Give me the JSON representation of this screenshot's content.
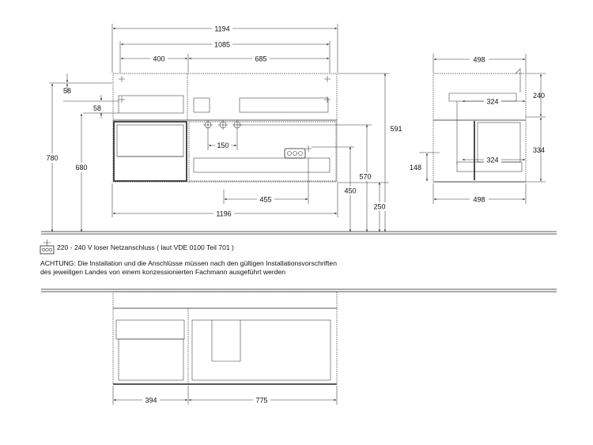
{
  "front_view": {
    "dims": {
      "overall_width": "1194",
      "inner_width": "1085",
      "left_section": "400",
      "right_section": "685",
      "top_offset_1": "58",
      "top_offset_2": "58",
      "total_height_780": "780",
      "height_680": "680",
      "height_591": "591",
      "height_570": "570",
      "height_450": "450",
      "height_250": "250",
      "connection_spacing": "150",
      "socket_offset": "455",
      "bottom_width": "1196"
    }
  },
  "side_view": {
    "dims": {
      "depth_top": "498",
      "depth_bottom": "498",
      "inner_324_top": "324",
      "inner_324_bottom": "324",
      "height_240": "240",
      "height_334": "334",
      "height_148": "148"
    }
  },
  "notes": {
    "power": "220 - 240 V loser Netzanschluss ( laut VDE 0100 Teil 701 )",
    "warning_line1": "ACHTUNG: Die Installation und die Anschlüsse müssen nach den gültigen Installationsvorschriften",
    "warning_line2": "des jeweiligen Landes von einem konzessionierten Fachmann ausgeführt werden"
  },
  "plan_view": {
    "dims": {
      "left_drawer": "394",
      "right_drawer": "775"
    }
  }
}
